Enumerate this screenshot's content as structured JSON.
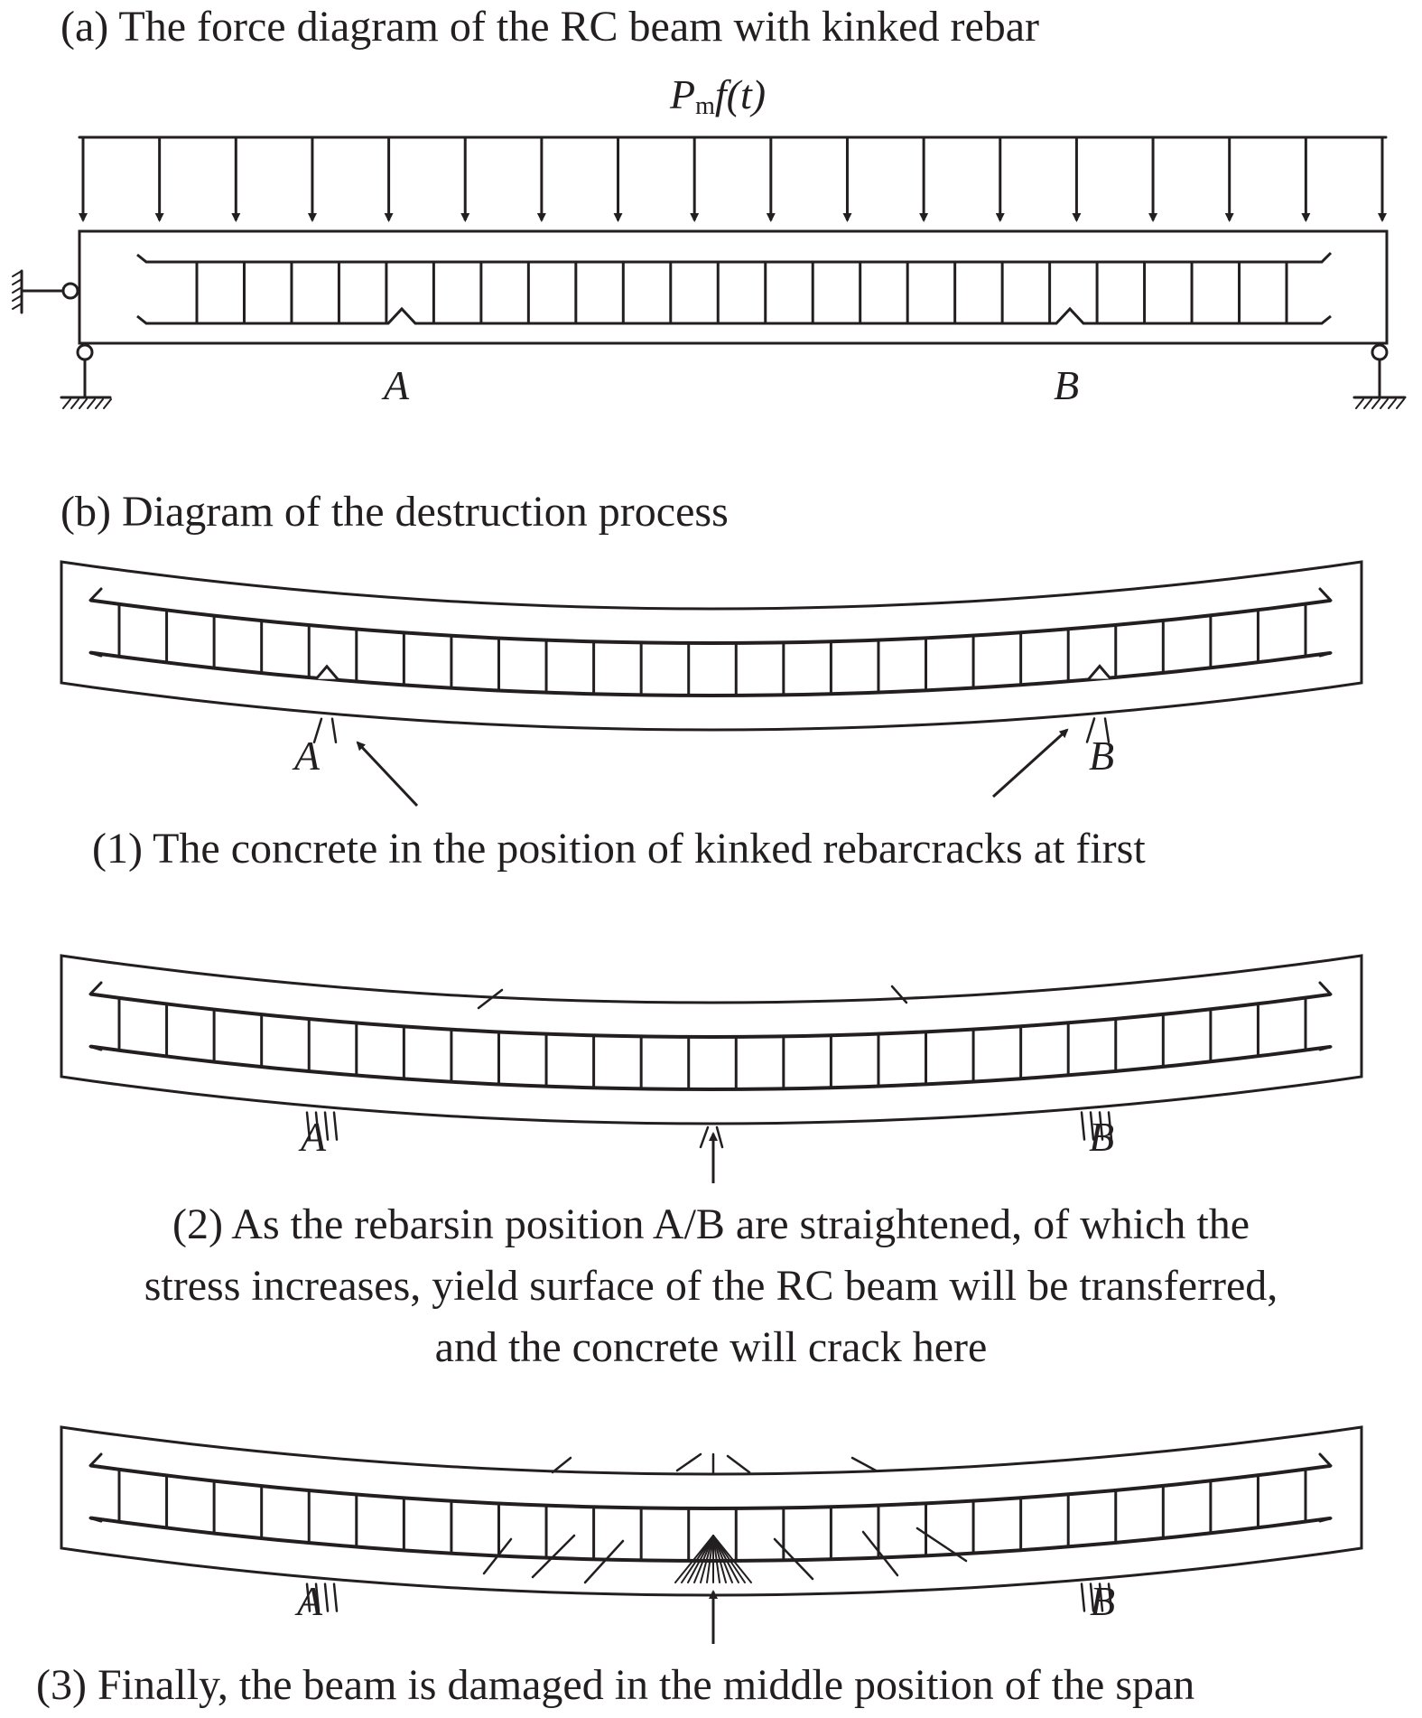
{
  "section_a": {
    "title": "(a) The force diagram of the RC beam with kinked rebar",
    "load_symbol": "P",
    "load_subscript": "m",
    "load_function": "f(t)",
    "label_a": "A",
    "label_b": "B"
  },
  "section_b": {
    "title": "(b) Diagram of the destruction process",
    "step1": {
      "caption": "(1) The concrete in the position of  kinked rebarcracks at first",
      "label_a": "A",
      "label_b": "B"
    },
    "step2": {
      "caption_line1": "(2) As the rebarsin position A/B are straightened, of which the",
      "caption_line2": "stress increases, yield surface of the RC beam will be transferred,",
      "caption_line3": "and the concrete will crack here",
      "label_a": "A",
      "label_b": "B"
    },
    "step3": {
      "caption": "(3) Finally, the beam is damaged in the middle position of the span",
      "label_a": "A",
      "label_b": "B"
    }
  },
  "colors": {
    "ink": "#231f20",
    "background": "#ffffff"
  }
}
